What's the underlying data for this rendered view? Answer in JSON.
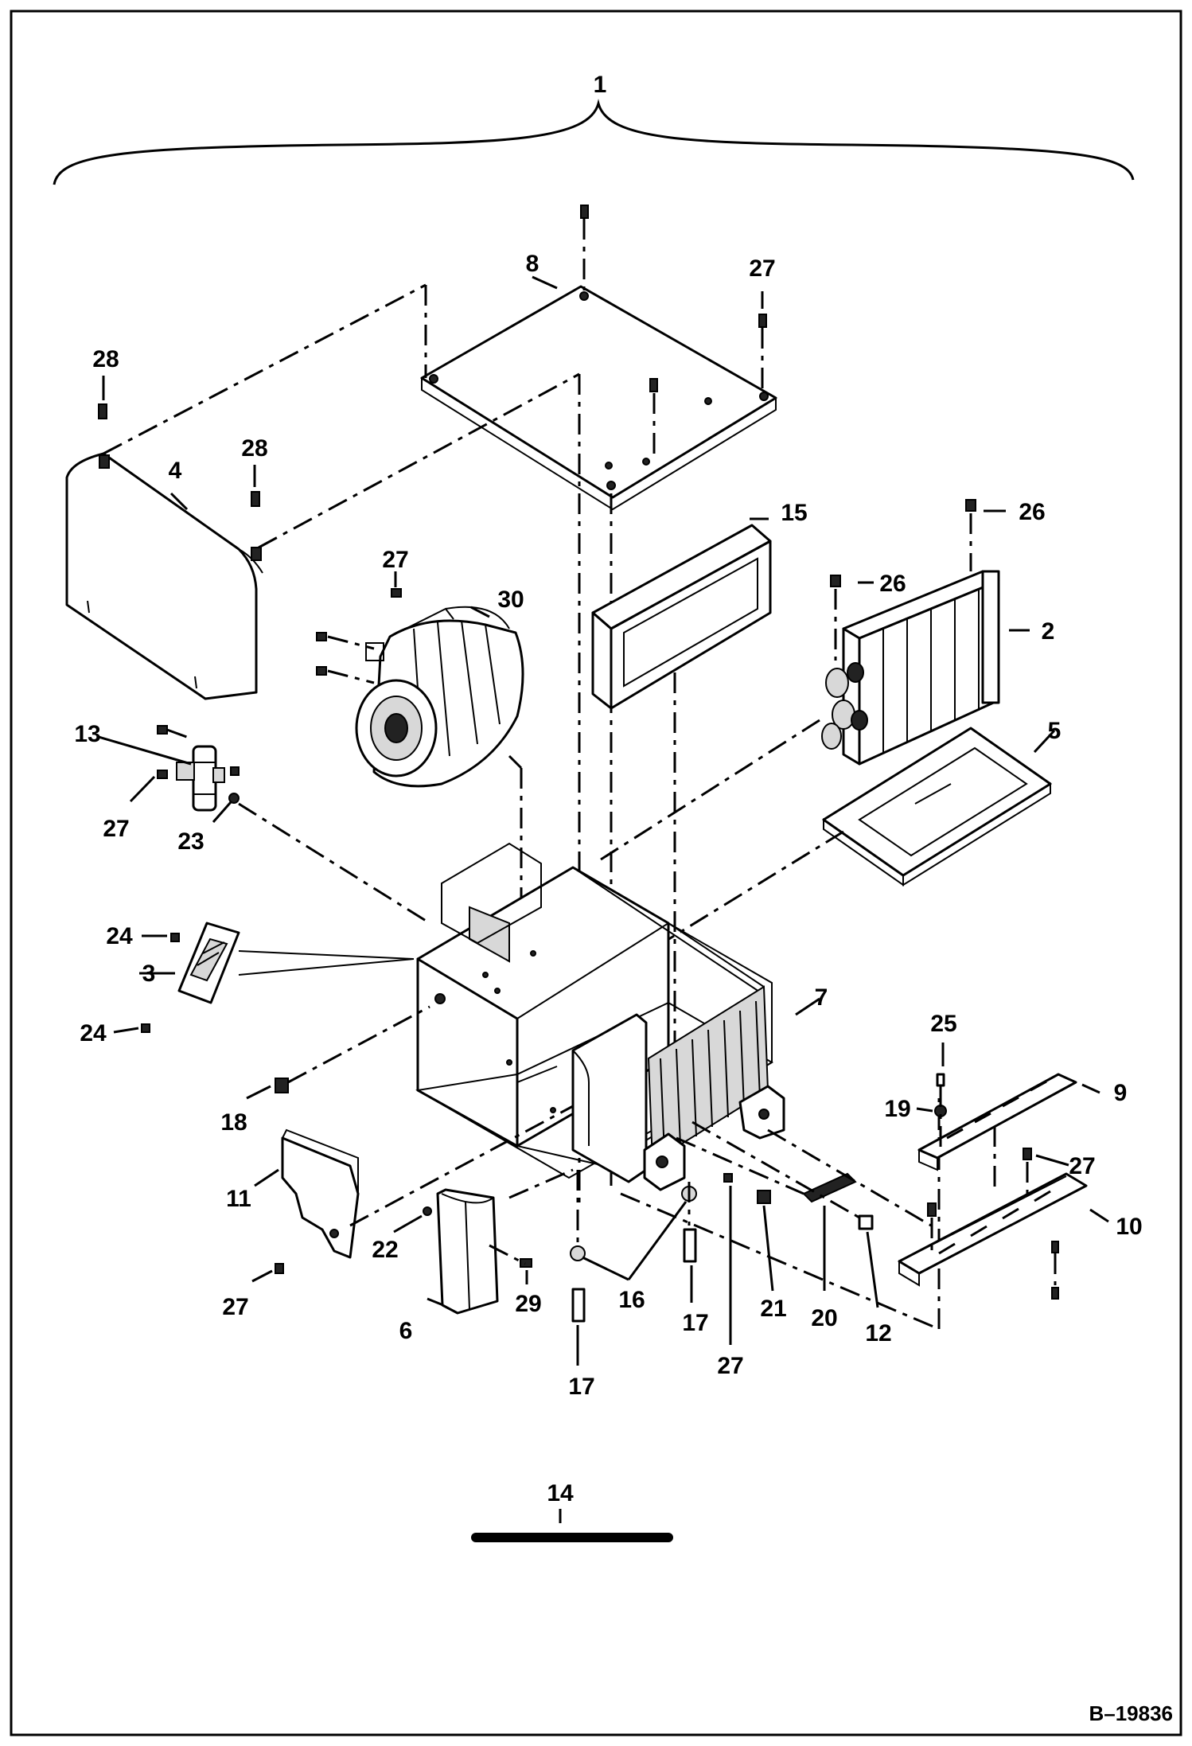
{
  "drawing": {
    "figure_id": "B–19836",
    "callouts": [
      "1",
      "2",
      "3",
      "4",
      "5",
      "6",
      "7",
      "8",
      "9",
      "10",
      "11",
      "12",
      "13",
      "14",
      "15",
      "16",
      "17",
      "18",
      "19",
      "20",
      "21",
      "22",
      "23",
      "24",
      "25",
      "26",
      "27",
      "28",
      "29",
      "30"
    ]
  },
  "colors": {
    "ink": "#000000",
    "paper": "#ffffff",
    "fill_gray": "#d8d8d8"
  }
}
